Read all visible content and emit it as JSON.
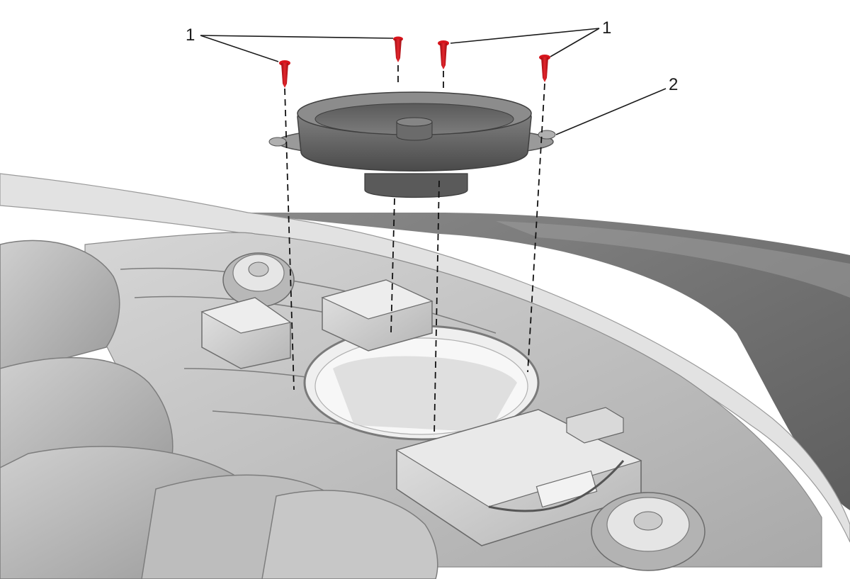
{
  "figure": {
    "callouts": [
      {
        "id": "left",
        "label": "1"
      },
      {
        "id": "right",
        "label": "1"
      },
      {
        "id": "speaker",
        "label": "2"
      }
    ],
    "colors": {
      "fastener": "#d8141c",
      "background": "#ffffff",
      "line": "#1a1a1a"
    }
  }
}
